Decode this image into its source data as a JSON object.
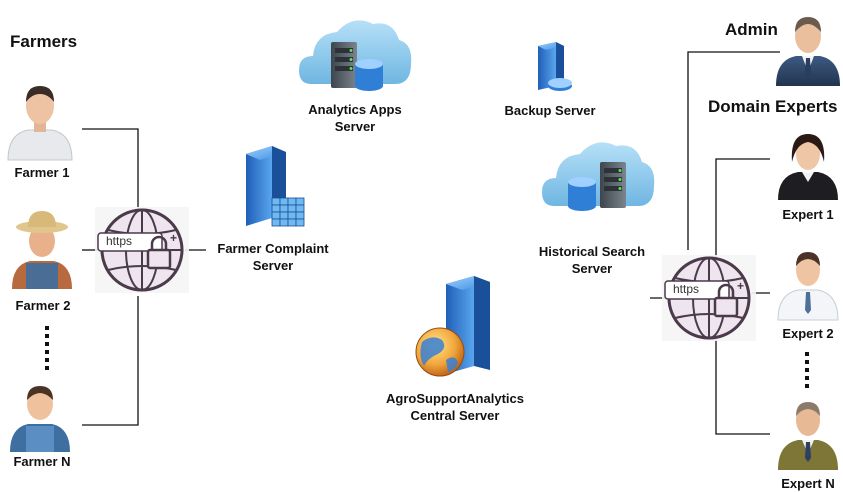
{
  "groups": {
    "farmers": "Farmers",
    "admin": "Admin",
    "domain_experts": "Domain Experts"
  },
  "farmers": [
    "Farmer 1",
    "Farmer 2",
    "Farmer N"
  ],
  "experts": [
    "Expert 1",
    "Expert 2",
    "Expert N"
  ],
  "servers": {
    "analytics": [
      "Analytics Apps",
      "Server"
    ],
    "backup": "Backup Server",
    "complaint": [
      "Farmer Complaint",
      "Server"
    ],
    "historical": [
      "Historical Search",
      "Server"
    ],
    "central": [
      "AgroSupportAnalytics",
      "Central Server"
    ]
  },
  "gateway": {
    "protocol": "https"
  },
  "icons": {
    "person": "person-icon",
    "globe_lock": "globe-lock-icon",
    "cloud_server": "cloud-server-icon",
    "server": "server-icon"
  },
  "colors": {
    "line": "#111111",
    "cloud": "#8ec6e8",
    "server_blue": "#2f7fd6",
    "server_gray": "#5d6770",
    "globe_fill": "#efe5ee",
    "globe_stroke": "#4a3a4a"
  }
}
